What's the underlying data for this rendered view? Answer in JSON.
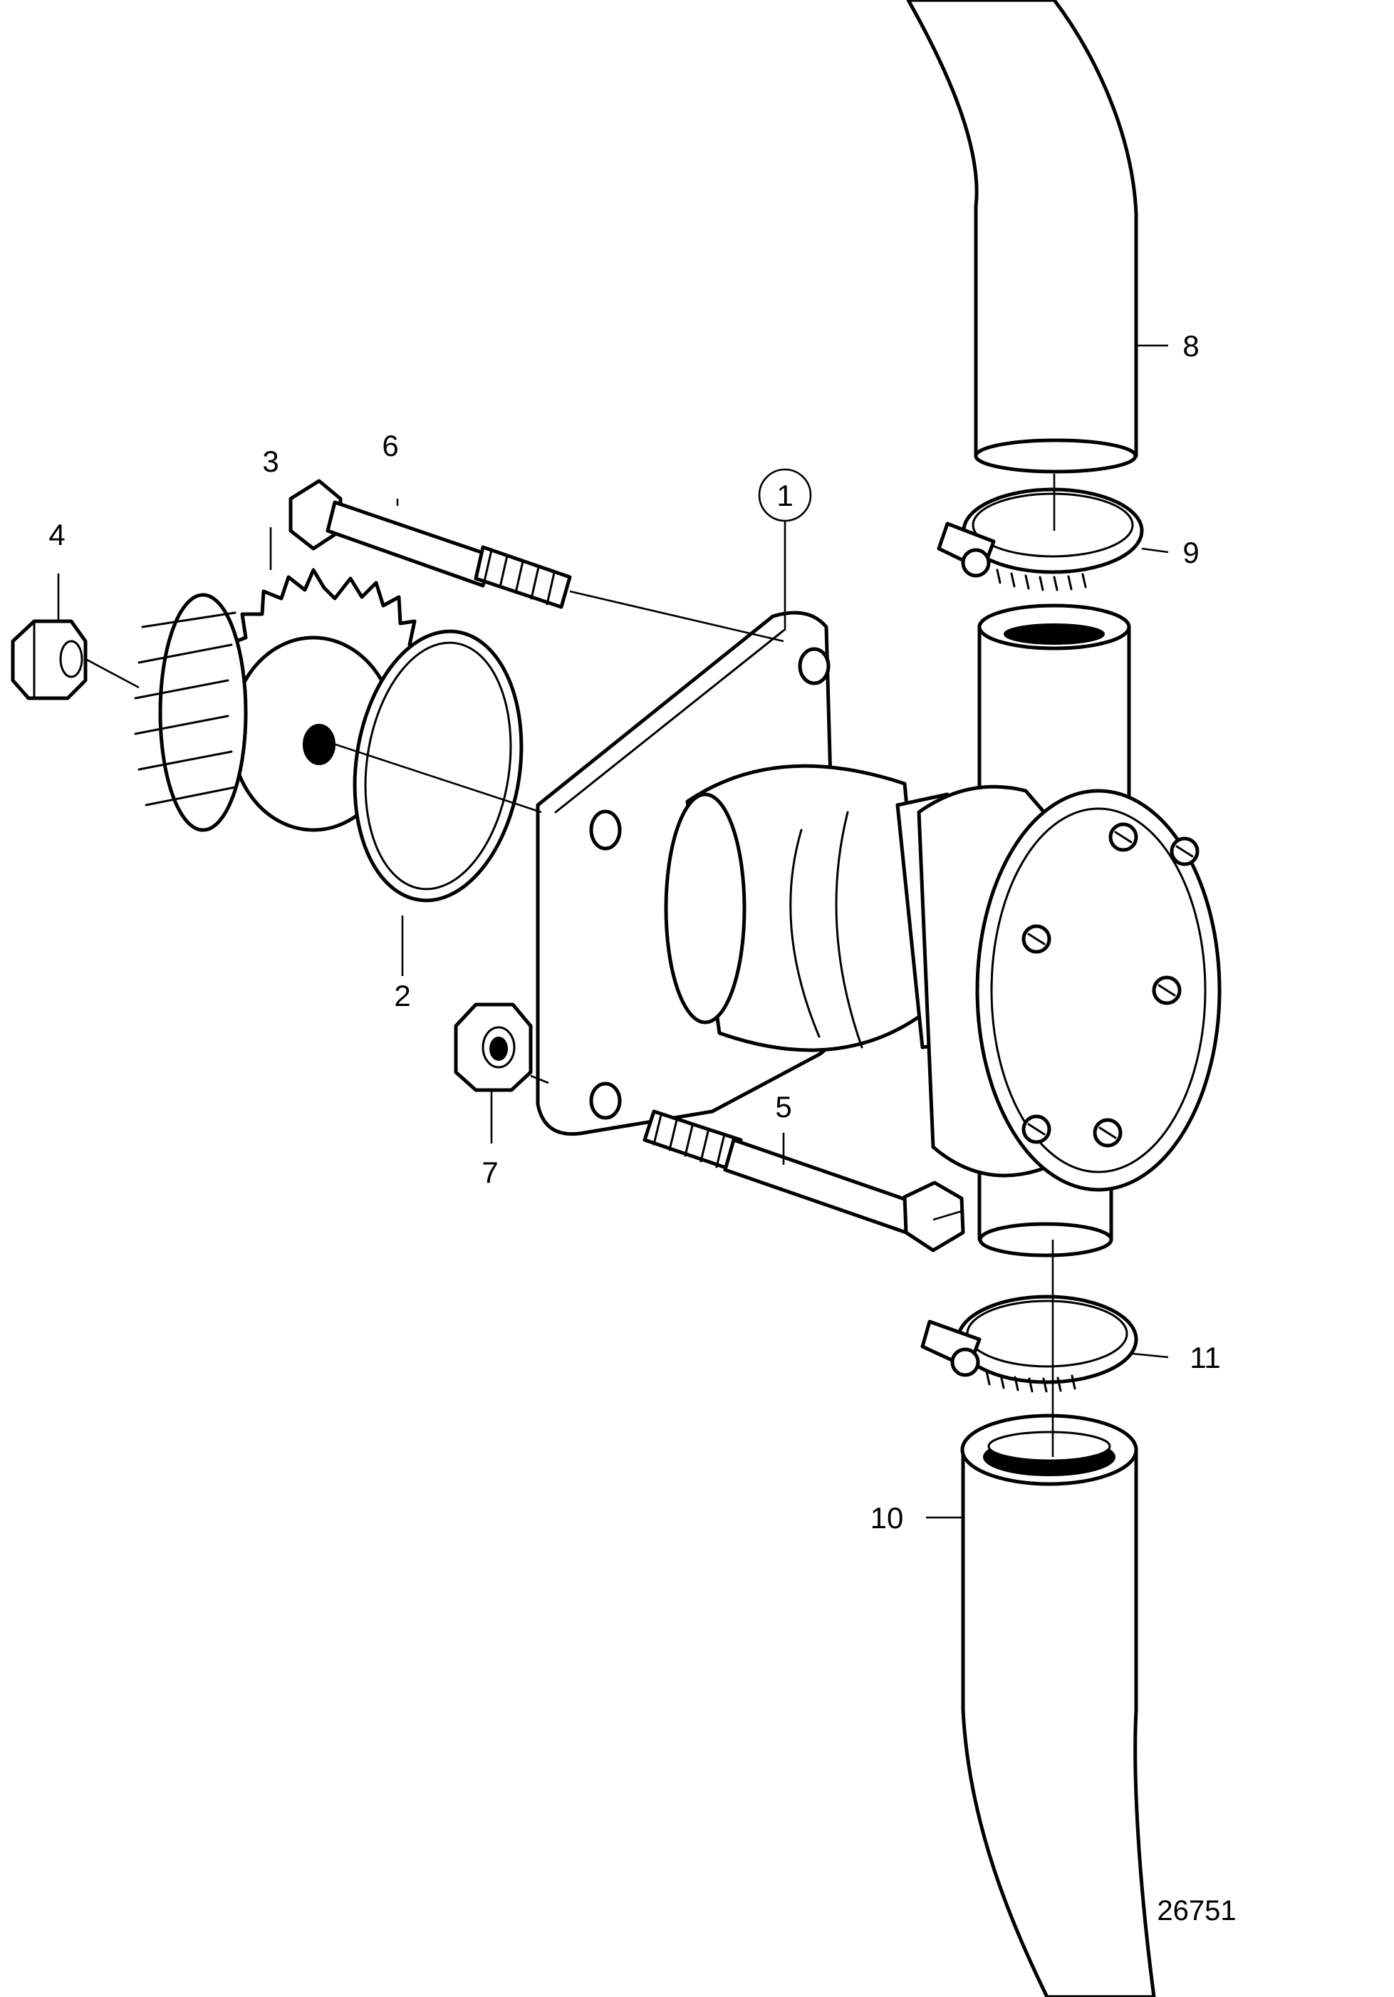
{
  "callouts": [
    {
      "id": "1",
      "label": "1",
      "circled": true
    },
    {
      "id": "2",
      "label": "2"
    },
    {
      "id": "3",
      "label": "3"
    },
    {
      "id": "4",
      "label": "4"
    },
    {
      "id": "5",
      "label": "5"
    },
    {
      "id": "6",
      "label": "6"
    },
    {
      "id": "7",
      "label": "7"
    },
    {
      "id": "8",
      "label": "8"
    },
    {
      "id": "9",
      "label": "9"
    },
    {
      "id": "10",
      "label": "10"
    },
    {
      "id": "11",
      "label": "11"
    }
  ],
  "figure_number": "26751"
}
